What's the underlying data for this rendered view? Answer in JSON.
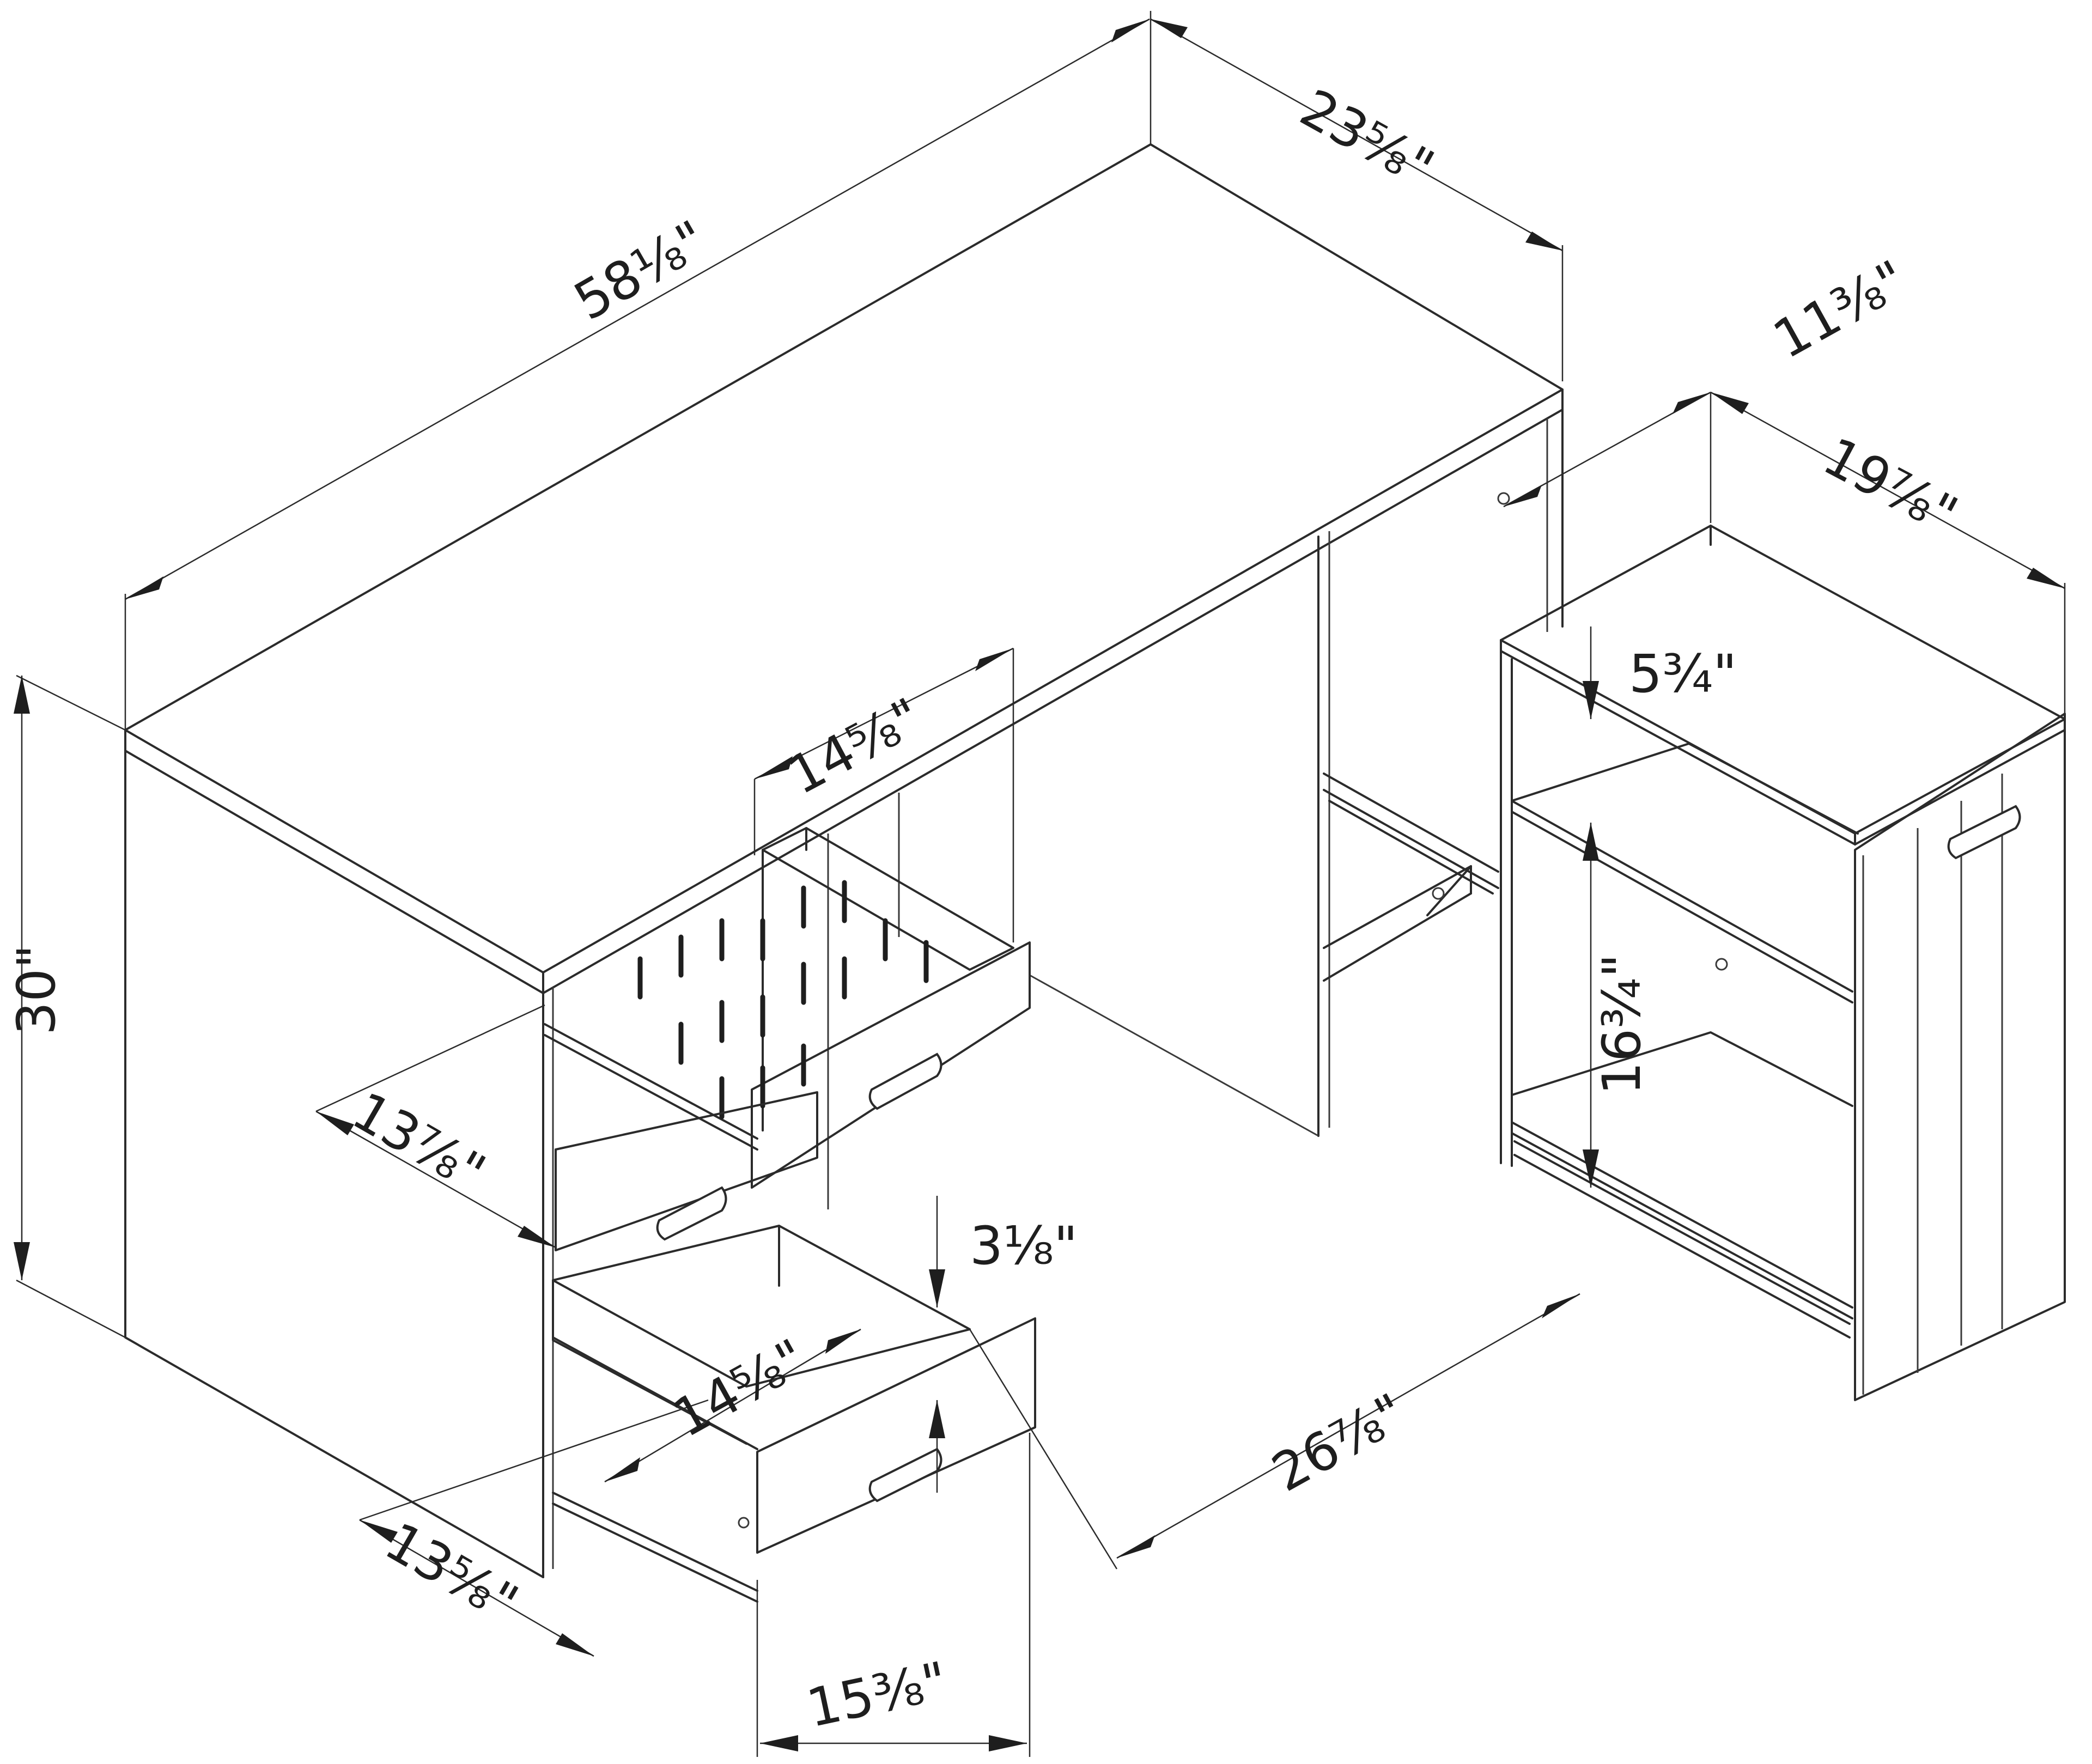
{
  "colors": {
    "line": "#2b2b2b",
    "background": "#ffffff"
  },
  "dimensions": {
    "desk_width": "58⅛\"",
    "desk_depth": "23⅝\"",
    "desk_height": "30\"",
    "cabinet_depth": "11⅜\"",
    "cabinet_width": "19⅞\"",
    "cabinet_shelf_gap": "5¾\"",
    "cabinet_interior_height": "16¾\"",
    "top_drawer_width": "14⅝\"",
    "top_drawer_depth": "13⅞\"",
    "bottom_drawer_height": "3⅛\"",
    "bottom_drawer_inner_width": "14⅝\"",
    "bottom_drawer_depth": "13⅝\"",
    "bottom_drawer_width": "15⅜\"",
    "knee_space_width": "26⅞\""
  }
}
